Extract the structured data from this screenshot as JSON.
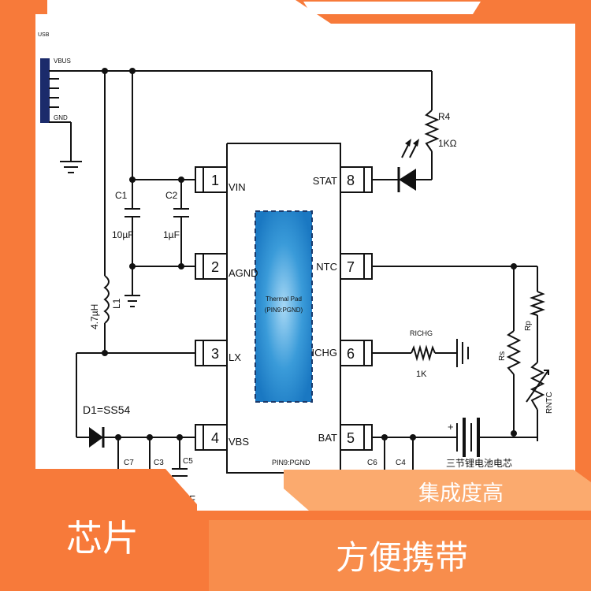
{
  "connector": {
    "name": "USB",
    "vbus": "VBUS",
    "gnd": "GND"
  },
  "chip": {
    "pins_left": [
      {
        "num": "1",
        "label": "VIN"
      },
      {
        "num": "2",
        "label": "AGND"
      },
      {
        "num": "3",
        "label": "LX"
      },
      {
        "num": "4",
        "label": "VBS"
      }
    ],
    "pins_right": [
      {
        "num": "8",
        "label": "STAT"
      },
      {
        "num": "7",
        "label": "NTC"
      },
      {
        "num": "6",
        "label": "ICHG"
      },
      {
        "num": "5",
        "label": "BAT"
      }
    ],
    "thermal_pad_line1": "Thermal Pad",
    "thermal_pad_line2": "(PIN9:PGND)",
    "pgnd": "PIN9:PGND"
  },
  "components": {
    "c1": "C1",
    "c1_val": "10µF",
    "c2": "C2",
    "c2_val": "1µF",
    "r4": "R4",
    "r4_val": "1KΩ",
    "l1_val": "4.7µH",
    "l1": "L1",
    "rich": "RICHG",
    "rich_val": "1K",
    "d1": "D1=SS54",
    "c7": "C7",
    "c3": "C3",
    "c5": "C5",
    "c6": "C6",
    "c4": "C4",
    "rs": "Rs",
    "rp": "Rp",
    "rntc": "RNTC",
    "battery": "三节锂电池电芯",
    "f_fragment": "F"
  },
  "banners": {
    "top_right": "集成度高",
    "bottom_left": "芯片",
    "bottom_right": "方便携带"
  },
  "colors": {
    "accent": "#f77a3a",
    "accent_light": "#fbaa6e",
    "pad": "#2a8fd0",
    "line": "#111111"
  }
}
